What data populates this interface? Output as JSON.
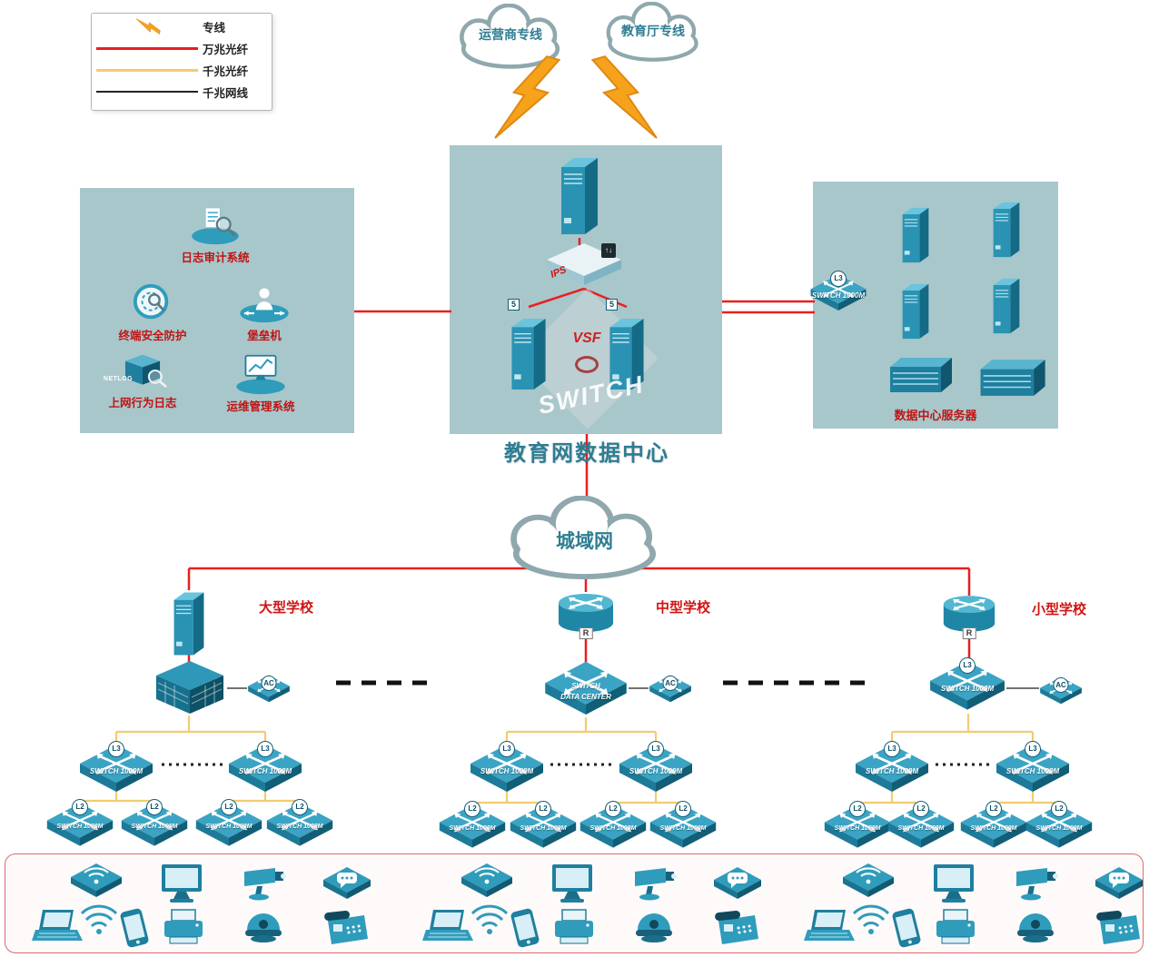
{
  "colors": {
    "line_10g_red": "#e81f1f",
    "line_1g_yellow": "#f2cc6e",
    "line_cat_black": "#222222",
    "panel_teal": "#a8c7cb",
    "device_teal": "#2f9cbc",
    "device_dark_teal": "#16607c",
    "label_red": "#c01414",
    "title_teal": "#2e7d92",
    "bolt_orange": "#f7a21b"
  },
  "legend": {
    "items": [
      {
        "label": "专线",
        "type": "bolt"
      },
      {
        "label": "万兆光纤",
        "type": "line-red"
      },
      {
        "label": "千兆光纤",
        "type": "line-yellow"
      },
      {
        "label": "千兆网线",
        "type": "line-black"
      }
    ]
  },
  "clouds": {
    "carrier": "运营商专线",
    "education": "教育厅专线",
    "metro": "城域网"
  },
  "datacenter": {
    "title": "教育网数据中心",
    "ips_label": "IPS",
    "vsf_label": "VSF",
    "switch_watermark": "SWITCH",
    "server_tag": "5"
  },
  "left_panel": {
    "items": [
      {
        "dn": "log-audit-system-icon",
        "icon_ref": "#i-audit",
        "label": "日志审计系统",
        "badge": ""
      },
      {
        "dn": "endpoint-security-icon",
        "icon_ref": "#i-endpoint",
        "label": "终端安全防护",
        "badge": ""
      },
      {
        "dn": "bastion-host-icon",
        "icon_ref": "#i-bastion",
        "label": "堡垒机",
        "badge": ""
      },
      {
        "dn": "netlog-icon",
        "icon_ref": "#i-netlog",
        "label": "上网行为日志",
        "badge": "NETLOG"
      },
      {
        "dn": "ops-management-icon",
        "icon_ref": "#i-ops",
        "label": "运维管理系统",
        "badge": ""
      }
    ]
  },
  "right_panel": {
    "label": "数据中心服务器"
  },
  "labels": {
    "l3": "L3",
    "l2": "L2",
    "sw": "SWITCH 1000M",
    "ac": "AC",
    "router_badge": "R"
  },
  "schools": [
    {
      "name": "大型学校"
    },
    {
      "name": "中型学校",
      "core_line1": "SWITCH",
      "core_line2": "DATA CENTER"
    },
    {
      "name": "小型学校"
    }
  ],
  "devices": {
    "groups": [
      [
        {
          "name": "wireless-ap-icon",
          "kind": "ap",
          "icon": "#i-ap"
        },
        {
          "name": "desktop-pc-icon",
          "kind": "pc",
          "icon": "#i-pc"
        },
        {
          "name": "ip-camera-icon",
          "kind": "camera",
          "icon": "#i-camera"
        },
        {
          "name": "im-terminal-icon",
          "kind": "im",
          "icon": "#i-im"
        },
        {
          "name": "laptop-icon",
          "kind": "laptop",
          "icon": "#i-laptop"
        },
        {
          "name": "wifi-signal-icon",
          "kind": "wifi",
          "icon": "#i-wifi"
        },
        {
          "name": "smartphone-icon",
          "kind": "phone",
          "icon": "#i-phone"
        },
        {
          "name": "printer-icon",
          "kind": "printer",
          "icon": "#i-printer"
        },
        {
          "name": "dome-camera-icon",
          "kind": "dome",
          "icon": "#i-dome"
        },
        {
          "name": "voip-phone-icon",
          "kind": "voip",
          "icon": "#i-voip"
        }
      ],
      [
        {
          "name": "wireless-ap-icon",
          "kind": "ap",
          "icon": "#i-ap"
        },
        {
          "name": "desktop-pc-icon",
          "kind": "pc",
          "icon": "#i-pc"
        },
        {
          "name": "ip-camera-icon",
          "kind": "camera",
          "icon": "#i-camera"
        },
        {
          "name": "im-terminal-icon",
          "kind": "im",
          "icon": "#i-im"
        },
        {
          "name": "laptop-icon",
          "kind": "laptop",
          "icon": "#i-laptop"
        },
        {
          "name": "wifi-signal-icon",
          "kind": "wifi",
          "icon": "#i-wifi"
        },
        {
          "name": "smartphone-icon",
          "kind": "phone",
          "icon": "#i-phone"
        },
        {
          "name": "printer-icon",
          "kind": "printer",
          "icon": "#i-printer"
        },
        {
          "name": "dome-camera-icon",
          "kind": "dome",
          "icon": "#i-dome"
        },
        {
          "name": "voip-phone-icon",
          "kind": "voip",
          "icon": "#i-voip"
        }
      ],
      [
        {
          "name": "wireless-ap-icon",
          "kind": "ap",
          "icon": "#i-ap"
        },
        {
          "name": "desktop-pc-icon",
          "kind": "pc",
          "icon": "#i-pc"
        },
        {
          "name": "ip-camera-icon",
          "kind": "camera",
          "icon": "#i-camera"
        },
        {
          "name": "im-terminal-icon",
          "kind": "im",
          "icon": "#i-im"
        },
        {
          "name": "laptop-icon",
          "kind": "laptop",
          "icon": "#i-laptop"
        },
        {
          "name": "wifi-signal-icon",
          "kind": "wifi",
          "icon": "#i-wifi"
        },
        {
          "name": "smartphone-icon",
          "kind": "phone",
          "icon": "#i-phone"
        },
        {
          "name": "printer-icon",
          "kind": "printer",
          "icon": "#i-printer"
        },
        {
          "name": "dome-camera-icon",
          "kind": "dome",
          "icon": "#i-dome"
        },
        {
          "name": "voip-phone-icon",
          "kind": "voip",
          "icon": "#i-voip"
        }
      ]
    ]
  }
}
